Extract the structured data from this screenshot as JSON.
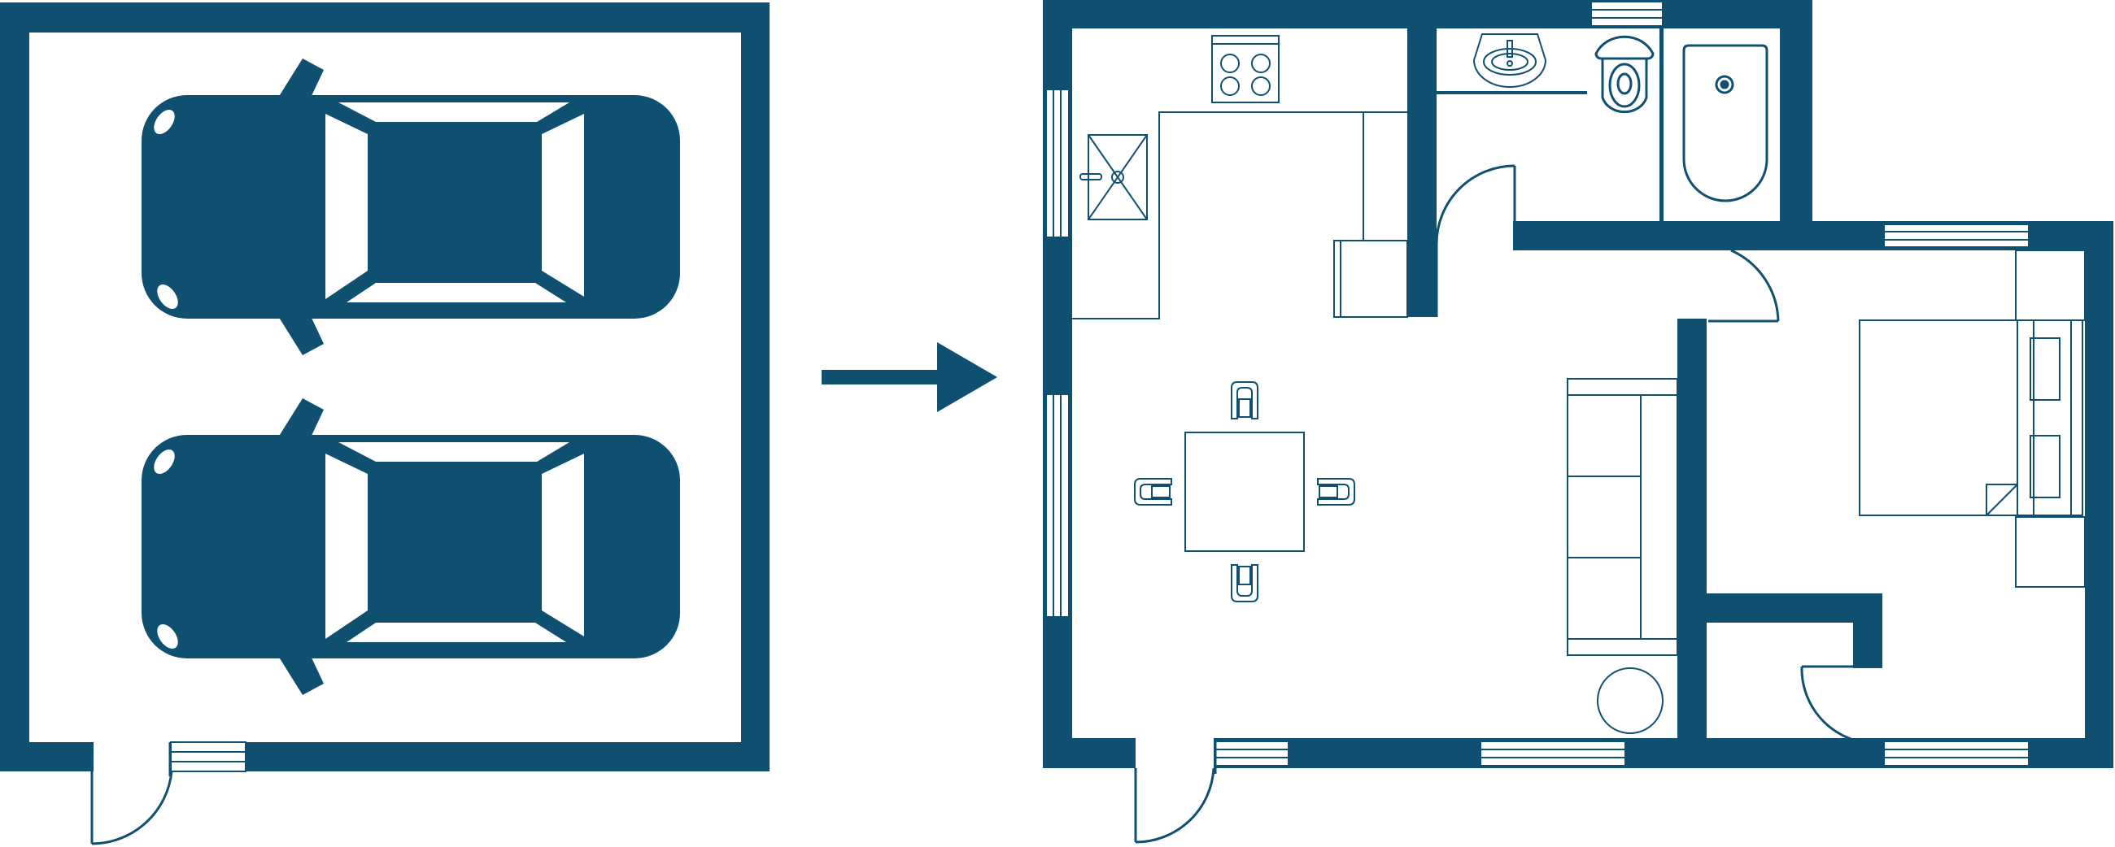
{
  "diagram": {
    "colors": {
      "ink": "#0f5070",
      "background": "#ffffff"
    },
    "panels": [
      {
        "id": "garage",
        "content": "two-cars-top-view",
        "car_count": 2
      },
      {
        "id": "transition",
        "content": "right-arrow-icon"
      },
      {
        "id": "apartment",
        "content": "floor-plan",
        "rooms": [
          "kitchen-dining",
          "bathroom",
          "toilet",
          "bedroom",
          "hallway"
        ]
      }
    ],
    "icons": [
      "car-icon",
      "right-arrow-icon",
      "door-swing-icon",
      "window-icon",
      "stove-icon",
      "sink-icon",
      "toilet-icon",
      "bathtub-icon",
      "table-icon",
      "chair-icon",
      "sofa-icon",
      "bed-icon",
      "round-table-icon"
    ]
  }
}
